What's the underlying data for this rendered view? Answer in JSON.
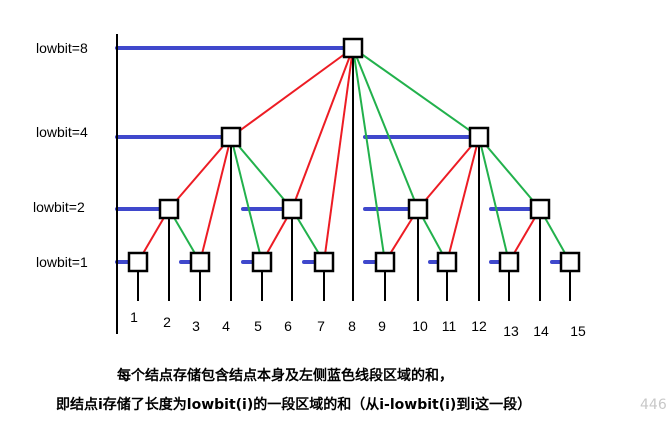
{
  "levels": [
    {
      "label": "lowbit=8"
    },
    {
      "label": "lowbit=4"
    },
    {
      "label": "lowbit=2"
    },
    {
      "label": "lowbit=1"
    }
  ],
  "indices": [
    "1",
    "2",
    "3",
    "4",
    "5",
    "6",
    "7",
    "8",
    "9",
    "10",
    "11",
    "12",
    "13",
    "14",
    "15"
  ],
  "node_lowbit": [
    1,
    2,
    1,
    4,
    1,
    2,
    1,
    8,
    1,
    2,
    1,
    4,
    1,
    2,
    1
  ],
  "caption": {
    "line1": "每个结点存储包含结点本身及左侧蓝色线段区域的和，",
    "line2": "即结点i存储了长度为lowbit(i)的一段区域的和（从i-lowbit(i)到i这一段）"
  },
  "watermark": "446",
  "colors": {
    "segment": "#3f48cc",
    "red_link": "#ed1c24",
    "green_link": "#22b14c",
    "axis": "#000000"
  }
}
